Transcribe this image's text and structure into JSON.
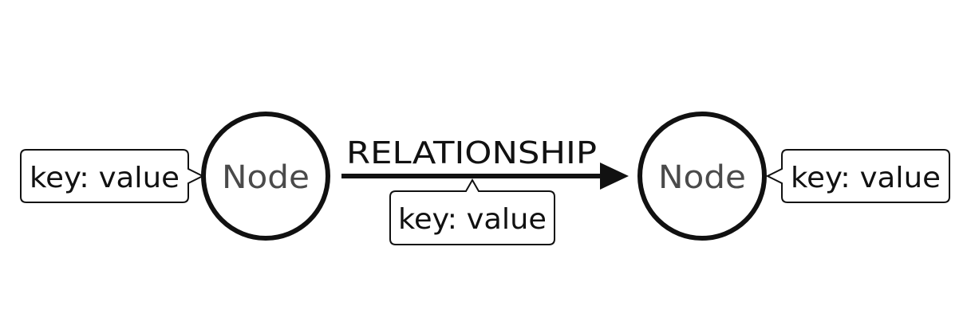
{
  "diagram": {
    "relationship": {
      "label": "RELATIONSHIP",
      "property": "key: value"
    },
    "start_node": {
      "label": "Node",
      "property": "key: value"
    },
    "end_node": {
      "label": "Node",
      "property": "key: value"
    }
  }
}
